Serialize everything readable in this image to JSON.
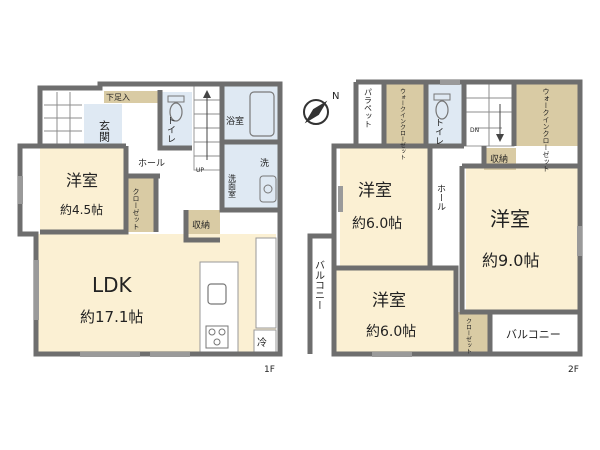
{
  "floor1": {
    "label": "1F",
    "rooms": {
      "entry_closet": "下足入",
      "genkan": "玄関",
      "toilet": "トイレ",
      "bath": "浴室",
      "hall": "ホール",
      "up": "UP",
      "laundry": "洗",
      "washroom": "洗面室",
      "youshitsu_name": "洋室",
      "youshitsu_size": "約4.5帖",
      "closet": "クローゼット",
      "storage": "収納",
      "ldk_name": "LDK",
      "ldk_size": "約17.1帖",
      "fridge": "冷"
    }
  },
  "floor2": {
    "label": "2F",
    "rooms": {
      "parapet": "パラペット",
      "wic_small": "ウォークインクローゼット",
      "toilet": "トイレ",
      "dn": "DN",
      "wic_large": "ウォークインクローゼット",
      "storage": "収納",
      "hall": "ホール",
      "room_a_name": "洋室",
      "room_a_size": "約6.0帖",
      "room_b_name": "洋室",
      "room_b_size": "約9.0帖",
      "room_c_name": "洋室",
      "room_c_size": "約6.0帖",
      "balcony_left": "バルコニー",
      "balcony_right": "バルコニー",
      "closet": "クローゼット"
    }
  },
  "compass": {
    "north_label": "N"
  }
}
